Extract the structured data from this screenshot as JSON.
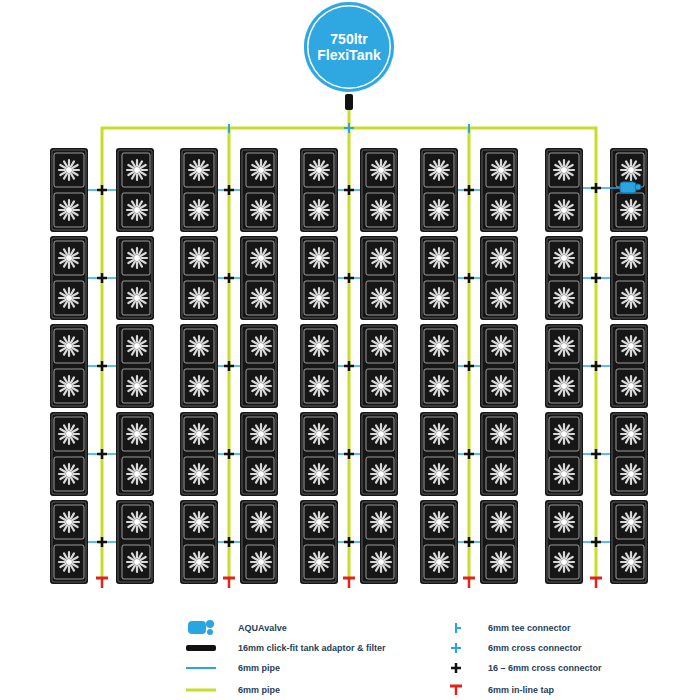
{
  "diagram": {
    "nodes": [
      {
        "text": [
          "750ltr FlexiTank"
        ]
      }
    ],
    "legend": [
      {
        "text": "AQUAvalve"
      },
      {
        "text": "16mm click-fit tank adaptor & filter"
      },
      {
        "text": "6mm pipe"
      },
      {
        "text": "6mm pipe"
      },
      {
        "text": "6mm tee connector"
      },
      {
        "text": "6mm cross connector"
      },
      {
        "text": "16 – 6mm cross connector"
      },
      {
        "text": "6mm in-line tap"
      }
    ]
  }
}
